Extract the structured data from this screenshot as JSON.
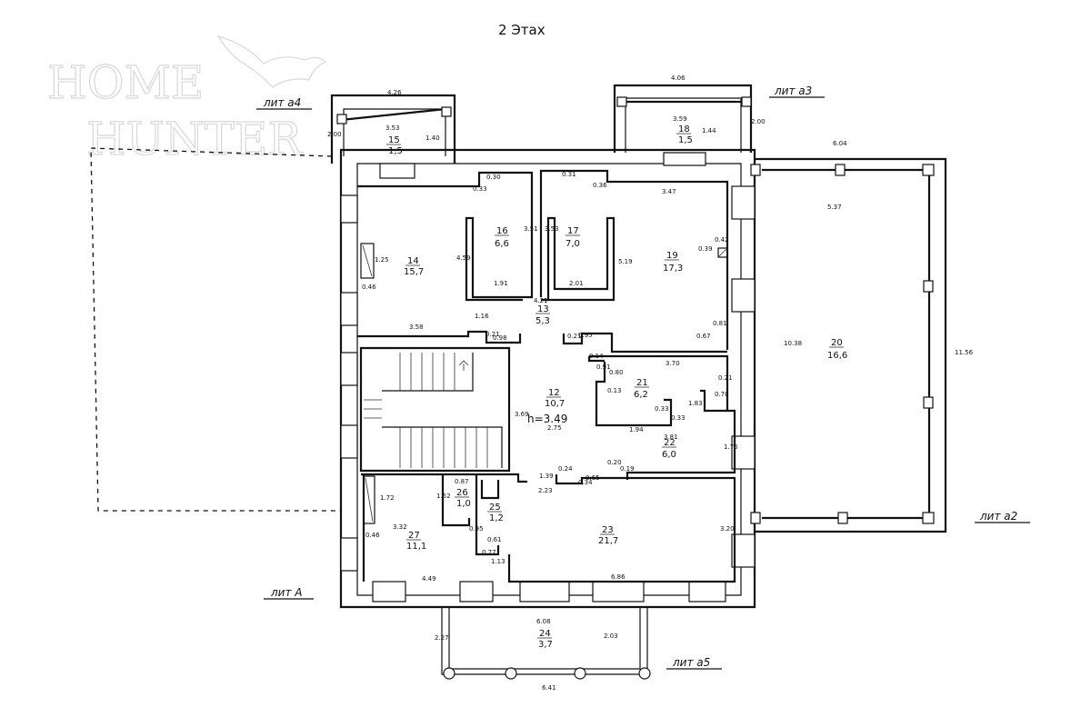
{
  "floor_title": "2 Этах",
  "watermark": {
    "line1": "HOME",
    "line2": "HUNTER"
  },
  "lit_labels": {
    "a4": "лит a4",
    "a3": "лит a3",
    "a2": "лит a2",
    "a5": "лит a5",
    "A": "лит A"
  },
  "height_note": "h=3.49",
  "rooms": {
    "r12": {
      "no": "12",
      "area": "10,7"
    },
    "r13": {
      "no": "13",
      "area": "5,3"
    },
    "r14": {
      "no": "14",
      "area": "15,7"
    },
    "r15": {
      "no": "15",
      "area": "1,5"
    },
    "r16": {
      "no": "16",
      "area": "6,6"
    },
    "r17": {
      "no": "17",
      "area": "7,0"
    },
    "r18": {
      "no": "18",
      "area": "1,5"
    },
    "r19": {
      "no": "19",
      "area": "17,3"
    },
    "r20": {
      "no": "20",
      "area": "16,6"
    },
    "r21": {
      "no": "21",
      "area": "6,2"
    },
    "r22": {
      "no": "22",
      "area": "6,0"
    },
    "r23": {
      "no": "23",
      "area": "21,7"
    },
    "r24": {
      "no": "24",
      "area": "3,7"
    },
    "r25": {
      "no": "25",
      "area": "1,2"
    },
    "r26": {
      "no": "26",
      "area": "1,0"
    },
    "r27": {
      "no": "27",
      "area": "11,1"
    }
  },
  "dims": {
    "d01": "4.26",
    "d02": "3.53",
    "d03": "1.40",
    "d04": "2.00",
    "d05": "4.06",
    "d06": "3.59",
    "d07": "1.44",
    "d08": "2.00",
    "d09": "6.04",
    "d10": "5.37",
    "d11": "10.38",
    "d12": "11.56",
    "d13": "0.30",
    "d14": "0.33",
    "d15": "0.31",
    "d16": "0.36",
    "d17": "3.47",
    "d18": "4.59",
    "d19": "3.51",
    "d20": "3.53",
    "d21": "5.19",
    "d22": "1.91",
    "d23": "2.01",
    "d24": "1.25",
    "d25": "0.46",
    "d26": "4.21",
    "d27": "1.16",
    "d28": "3.58",
    "d29": "0.21",
    "d30": "0.98",
    "d31": "0.21",
    "d32": "0.95",
    "d33": "0.42",
    "d34": "0.39",
    "d35": "0.81",
    "d36": "0.67",
    "d37": "0.14",
    "d38": "0.91",
    "d39": "0.80",
    "d40": "3.70",
    "d41": "0.21",
    "d42": "0.13",
    "d43": "0.70",
    "d44": "1.83",
    "d45": "3.69",
    "d46": "2.75",
    "d47": "1.94",
    "d48": "0.33",
    "d49": "3.81",
    "d50": "0.33",
    "d51": "1.76",
    "d52": "0.20",
    "d53": "0.19",
    "d54": "0.24",
    "d55": "1.39",
    "d56": "0.34",
    "d57": "0.65",
    "d58": "2.23",
    "d59": "0.87",
    "d60": "1.52",
    "d61": "1.72",
    "d62": "3.32",
    "d63": "0.46",
    "d64": "0.95",
    "d65": "0.61",
    "d66": "0.77",
    "d67": "1.13",
    "d68": "3.20",
    "d69": "4.49",
    "d70": "6.86",
    "d71": "6.08",
    "d72": "2.27",
    "d73": "2.03",
    "d74": "6.41"
  }
}
